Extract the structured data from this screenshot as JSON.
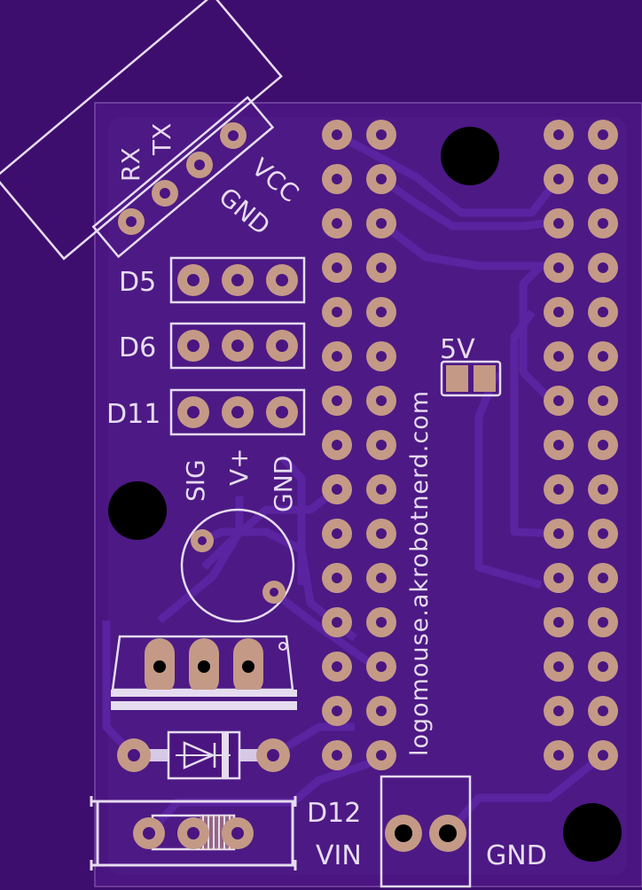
{
  "colors": {
    "background": "#3e0e6e",
    "board": "#4a1580",
    "trace": "#56209a",
    "silkscreen": "#e6dcf0",
    "pad": "#c49a86",
    "hole": "#000000"
  },
  "labels": {
    "rx": "RX",
    "tx": "TX",
    "vcc": "VCC",
    "gnd_serial": "GND",
    "d5": "D5",
    "d6": "D6",
    "d11": "D11",
    "sig": "SIG",
    "vplus": "V+",
    "gnd_servo": "GND",
    "five_v": "5V",
    "website": "logomouse.akrobotnerd.com",
    "d12": "D12",
    "vin": "VIN",
    "gnd_power": "GND"
  },
  "header": {
    "left_rows": 15,
    "right_rows": 15
  }
}
